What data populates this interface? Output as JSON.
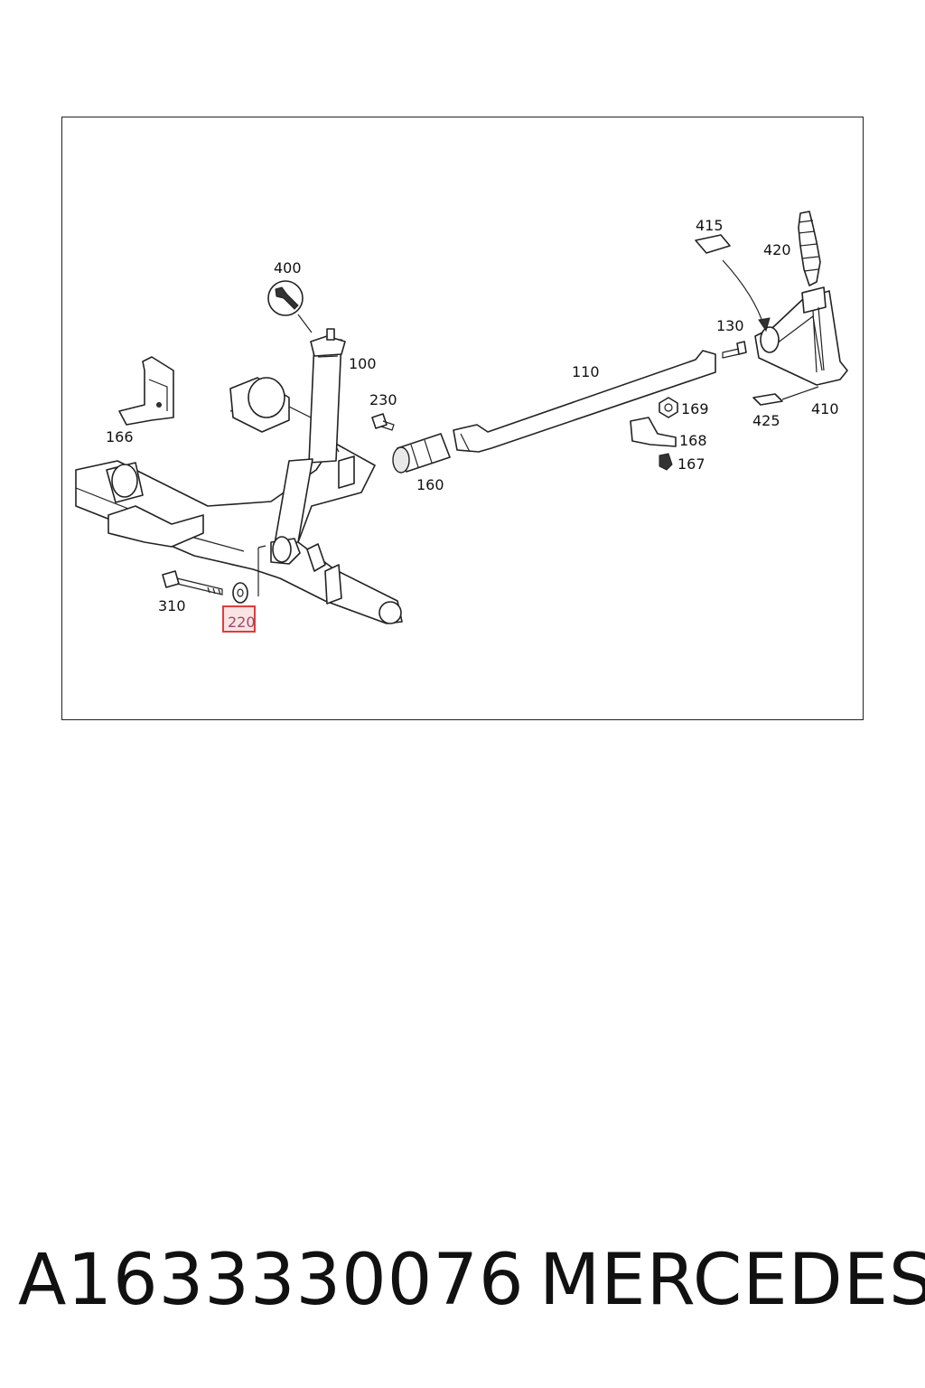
{
  "diagram": {
    "callouts": {
      "c400": "400",
      "c100": "100",
      "c230": "230",
      "c160": "160",
      "c110": "110",
      "c415": "415",
      "c420": "420",
      "c130": "130",
      "c169": "169",
      "c168": "168",
      "c167": "167",
      "c425": "425",
      "c410": "410",
      "c166": "166",
      "c310": "310",
      "c220": "220"
    },
    "highlighted_callout": "220",
    "highlight_color": "#e03c3c"
  },
  "footer": {
    "part_number": "A1633330076",
    "brand": "MERCEDES"
  }
}
